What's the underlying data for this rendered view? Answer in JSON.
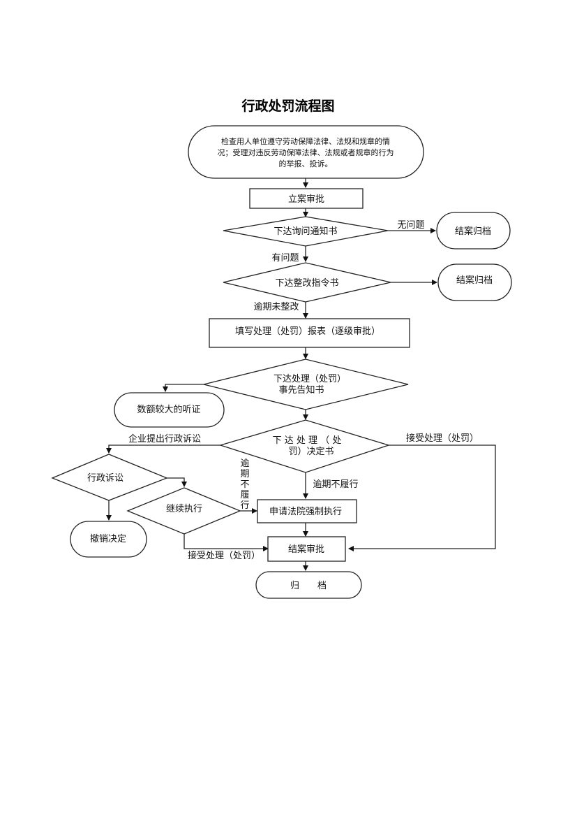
{
  "title": "行政处罚流程图",
  "nodes": {
    "start": [
      "检查用人单位遵守劳动保障法律、法规和规章的情",
      "况；受理对违反劳动保障法律、法规或者规章的行为",
      "的举报、投诉。"
    ],
    "register": "立案审批",
    "inquiry": "下达询问通知书",
    "close1": "结案归档",
    "rectify": "下达整改指令书",
    "close2": "结案归档",
    "report": "填写处理（处罚）报表（逐级审批）",
    "notice": [
      "下达处理（处罚）",
      "事先告知书"
    ],
    "hearing": "数额较大的听证",
    "decision": [
      "下 达 处 理 （ 处",
      "罚）决定书"
    ],
    "litigation": "行政诉讼",
    "continue_exec": "继续执行",
    "revoke": "撤销决定",
    "court": "申请法院强制执行",
    "close_review": "结案审批",
    "archive": "归　　档"
  },
  "labels": {
    "no_issue": "无问题",
    "has_issue": "有问题",
    "overdue_unrectified": "逾期未整改",
    "enterprise_litigation": "企业提出行政诉讼",
    "accept_right": "接受处理（处罚）",
    "overdue_vertical": [
      "逾",
      "期",
      "不",
      "履",
      "行"
    ],
    "overdue_not_perform": "逾期不履行",
    "accept_bottom": "接受处理（处罚）"
  }
}
